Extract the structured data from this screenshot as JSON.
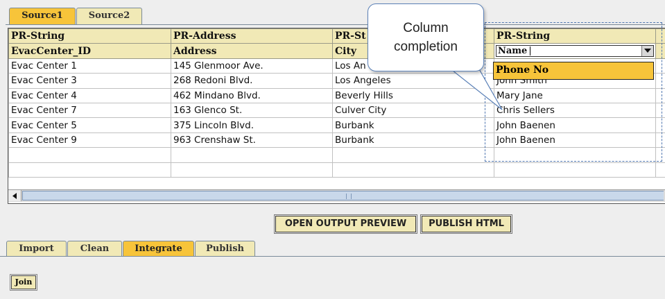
{
  "source_tabs": [
    {
      "label": "Source1",
      "active": true
    },
    {
      "label": "Source2",
      "active": false
    }
  ],
  "table": {
    "type_row": [
      "PR-String",
      "PR-Address",
      "PR-St",
      "PR-String"
    ],
    "name_row": [
      "EvacCenter_ID",
      "Address",
      "City"
    ],
    "name_select_value": "Name",
    "rows": [
      [
        "Evac Center 1",
        "145 Glenmoor Ave.",
        "Los An",
        ""
      ],
      [
        "Evac Center 3",
        "268 Redoni Blvd.",
        "Los Angeles",
        "John Smith"
      ],
      [
        "Evac Center 4",
        "462 Mindano Blvd.",
        "Beverly Hills",
        "Mary Jane"
      ],
      [
        "Evac Center 7",
        "163 Glenco St.",
        "Culver City",
        "Chris Sellers"
      ],
      [
        "Evac Center 5",
        "375 Lincoln Blvd.",
        "Burbank",
        "John Baenen"
      ],
      [
        "Evac Center 9",
        "963 Crenshaw St.",
        "Burbank",
        "John Baenen"
      ],
      [
        "",
        "",
        "",
        ""
      ],
      [
        "",
        "",
        "",
        ""
      ]
    ]
  },
  "dropdown": {
    "highlighted_option": "Phone No"
  },
  "callout": {
    "line1": "Column",
    "line2": "completion"
  },
  "buttons": {
    "output_preview": "OPEN OUTPUT PREVIEW",
    "publish_html": "PUBLISH HTML"
  },
  "workflow_tabs": [
    {
      "label": "Import",
      "active": false
    },
    {
      "label": "Clean",
      "active": false
    },
    {
      "label": "Integrate",
      "active": true
    },
    {
      "label": "Publish",
      "active": false
    }
  ],
  "integrate_panel": {
    "join_label": "Join"
  },
  "colors": {
    "tab_active": "#f7c43a",
    "tab_inactive": "#f1e9b6",
    "callout_border": "#5a80b7"
  }
}
